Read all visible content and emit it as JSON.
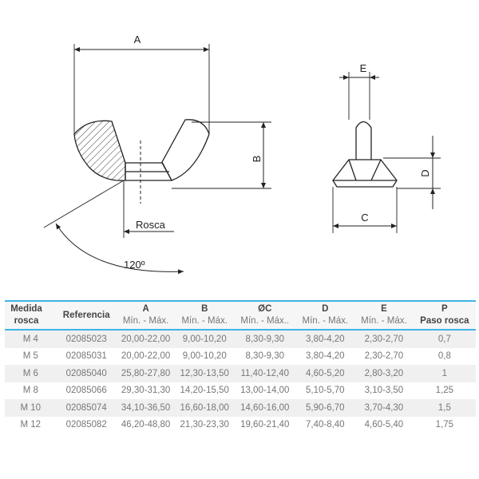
{
  "drawing": {
    "label_a": "A",
    "label_b": "B",
    "label_rosca": "Rosca",
    "label_angle": "120º",
    "label_e": "E",
    "label_c": "C",
    "label_d": "D"
  },
  "table": {
    "headers": [
      {
        "title": "Medida rosca",
        "sub": ""
      },
      {
        "title": "Referencia",
        "sub": ""
      },
      {
        "title": "A",
        "sub": "Mín. - Máx."
      },
      {
        "title": "B",
        "sub": "Mín. - Máx."
      },
      {
        "title": "ØC",
        "sub": "Mín. - Máx.."
      },
      {
        "title": "D",
        "sub": "Mín. - Máx."
      },
      {
        "title": "E",
        "sub": "Mín. - Máx."
      },
      {
        "title": "P",
        "sub": "Paso rosca"
      }
    ],
    "rows": [
      [
        "M 4",
        "02085023",
        "20,00-22,00",
        "9,00-10,20",
        "8,30-9,30",
        "3,80-4,20",
        "2,30-2,70",
        "0,7"
      ],
      [
        "M 5",
        "02085031",
        "20,00-22,00",
        "9,00-10,20",
        "8,30-9,30",
        "3,80-4,20",
        "2,30-2,70",
        "0,8"
      ],
      [
        "M 6",
        "02085040",
        "25,80-27,80",
        "12,30-13,50",
        "11,40-12,40",
        "4,60-5,20",
        "2,80-3,20",
        "1"
      ],
      [
        "M 8",
        "02085066",
        "29,30-31,30",
        "14,20-15,50",
        "13,00-14,00",
        "5,10-5,70",
        "3,10-3,50",
        "1,25"
      ],
      [
        "M 10",
        "02085074",
        "34,10-36,50",
        "16,60-18,00",
        "14,60-16,00",
        "5,90-6,70",
        "3,70-4,30",
        "1,5"
      ],
      [
        "M 12",
        "02085082",
        "46,20-48,80",
        "21,30-23,30",
        "19,60-21,40",
        "7,40-8,40",
        "4,60-5,40",
        "1,75"
      ]
    ]
  },
  "colors": {
    "accent": "#3fb4e6"
  }
}
